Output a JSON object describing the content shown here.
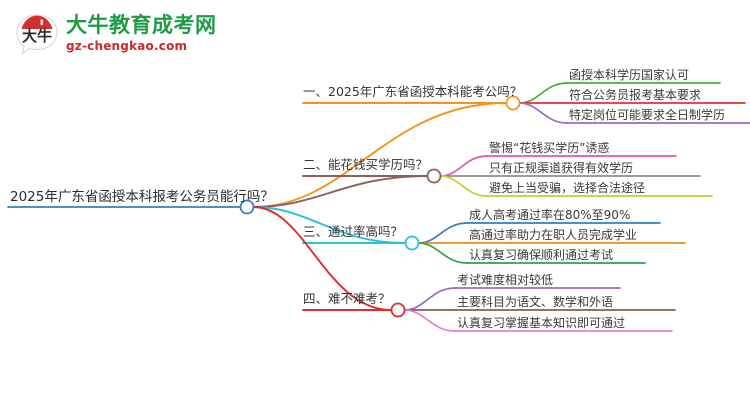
{
  "logo": {
    "mark_text": "大牛",
    "title": "大牛教育成考网",
    "subtitle": "gz-chengkao.com",
    "title_color": "#1e9c45",
    "subtitle_color": "#cf2a27",
    "mark_accent_color": "#d32f2f"
  },
  "mindmap": {
    "root": {
      "text": "2025年广东省函授本科报考公务员能行吗？",
      "color": "#3b7dbf",
      "node_color": "#3b7dbf"
    },
    "branches": [
      {
        "index": "1",
        "text": "一、2025年广东省函授本科能考公吗？",
        "color": "#f5941d",
        "children": [
          {
            "text": "函授本科学历国家认可",
            "color": "#4eac3f"
          },
          {
            "text": "符合公务员报考基本要求",
            "color": "#e8312a"
          },
          {
            "text": "特定岗位可能要求全日制学历",
            "color": "#9a6cc0"
          }
        ]
      },
      {
        "index": "2",
        "text": "二、能花钱买学历吗？",
        "color": "#8c5e5e",
        "children": [
          {
            "text": "警惕“花钱买学历”诱惑",
            "color": "#e255b4"
          },
          {
            "text": "只有正规渠道获得有效学历",
            "color": "#8e8e8e"
          },
          {
            "text": "避免上当受骗，选择合法途径",
            "color": "#c9cc33"
          }
        ]
      },
      {
        "index": "3",
        "text": "三、通过率高吗？",
        "color": "#27c0de",
        "children": [
          {
            "text": "成人高考通过率在80%至90%",
            "color": "#2f7fd0"
          },
          {
            "text": "高通过率助力在职人员完成学业",
            "color": "#f08a20"
          },
          {
            "text": "认真复习确保顺利通过考试",
            "color": "#2fa148"
          }
        ]
      },
      {
        "index": "4",
        "text": "四、难不难考？",
        "color": "#e02b2b",
        "children": [
          {
            "text": "考试难度相对较低",
            "color": "#9a6cc0"
          },
          {
            "text": "主要科目为语文、数学和外语",
            "color": "#8a5b4a"
          },
          {
            "text": "认真复习掌握基本知识即可通过",
            "color": "#e77fd0"
          }
        ]
      }
    ]
  }
}
